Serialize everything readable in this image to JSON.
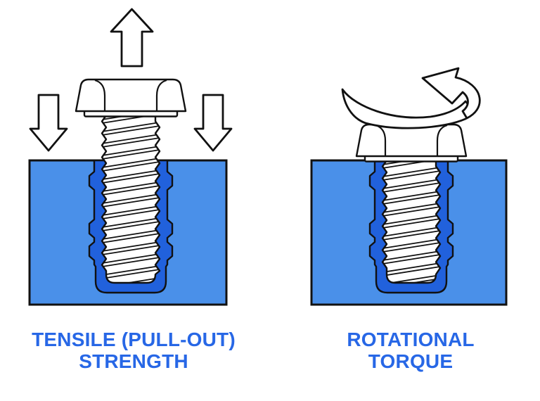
{
  "figures": {
    "left": {
      "caption_line1": "TENSILE (PULL-OUT)",
      "caption_line2": "STRENGTH",
      "icons": [
        "up-arrow-icon",
        "down-arrow-icon",
        "down-arrow-icon"
      ]
    },
    "right": {
      "caption_line1": "ROTATIONAL",
      "caption_line2": "TORQUE",
      "icons": [
        "rotation-arrow-icon"
      ]
    }
  },
  "colors": {
    "background": "#ffffff",
    "outline": "#111111",
    "block-fill": "#4a90e9",
    "insert-fill": "#2161dc",
    "part-fill": "#ffffff",
    "caption-text": "#2767e6"
  }
}
